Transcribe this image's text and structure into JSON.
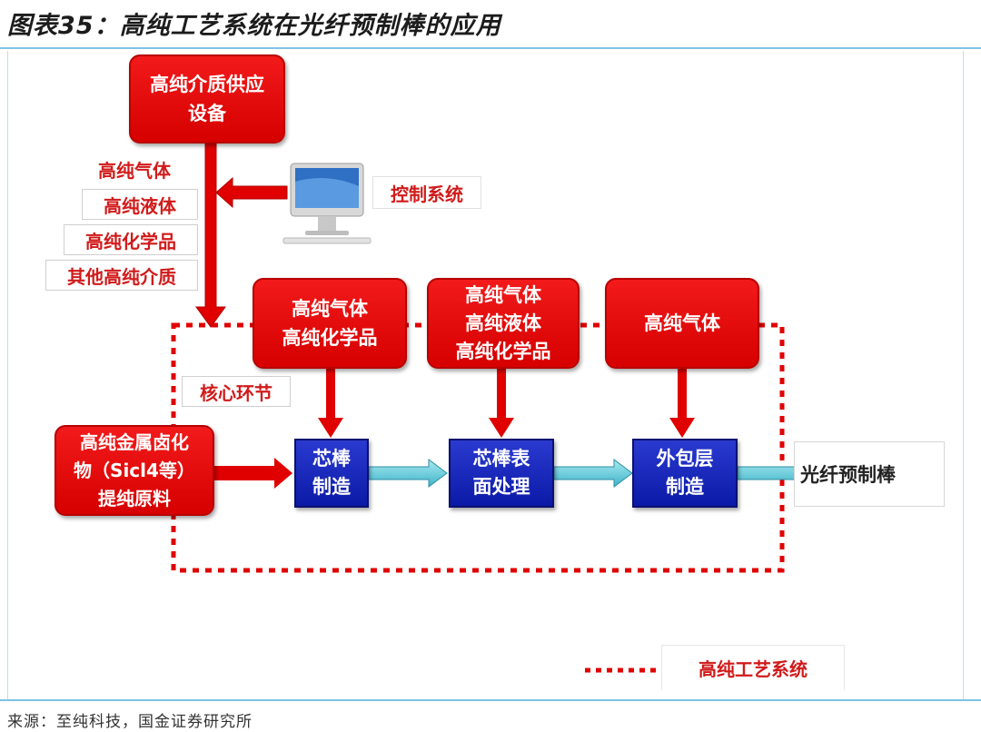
{
  "header": {
    "title": "图表35：高纯工艺系统在光纤预制棒的应用"
  },
  "footer": {
    "source": "来源：至纯科技，国金证券研究所"
  },
  "diagram": {
    "supply_box": "高纯介质供应\n设备",
    "supply_items": [
      "高纯气体",
      "高纯液体",
      "高纯化学品",
      "其他高纯介质"
    ],
    "control_label": "控制系统",
    "control_icon": "computer-monitor-icon",
    "core_label": "核心环节",
    "raw_box": "高纯金属卤化\n物（Sicl4等）\n提纯原料",
    "top_inputs": [
      "高纯气体\n高纯化学品",
      "高纯气体\n高纯液体\n高纯化学品",
      "高纯气体"
    ],
    "process_steps": [
      "芯棒\n制造",
      "芯棒表\n面处理",
      "外包层\n制造"
    ],
    "output_label": "光纤预制棒",
    "legend_label": "高纯工艺系统",
    "colors": {
      "red": "#e00000",
      "blue": "#0b1aa6",
      "cyan_arrow": "#5ec9d8",
      "rule": "#7ec3e6"
    }
  }
}
